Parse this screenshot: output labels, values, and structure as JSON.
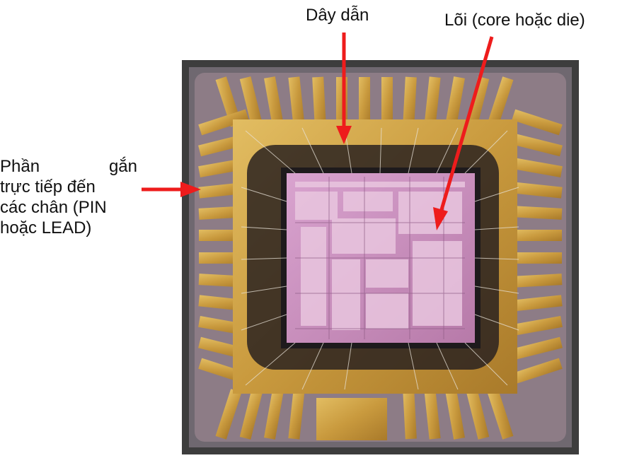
{
  "labels": {
    "wire": "Dây dẫn",
    "core": "Lõi (core hoặc die)",
    "pin_line1_a": "Phần",
    "pin_line1_b": "gắn",
    "pin_line2": "trực tiếp đến",
    "pin_line3": "các chân (PIN",
    "pin_line4": "hoặc LEAD)"
  },
  "colors": {
    "arrow": "#ee1c1c",
    "frame": "#4a4a4a",
    "ceramic": "#8a7a82",
    "gold": "#c9a24a",
    "die": "#c98fc0"
  }
}
